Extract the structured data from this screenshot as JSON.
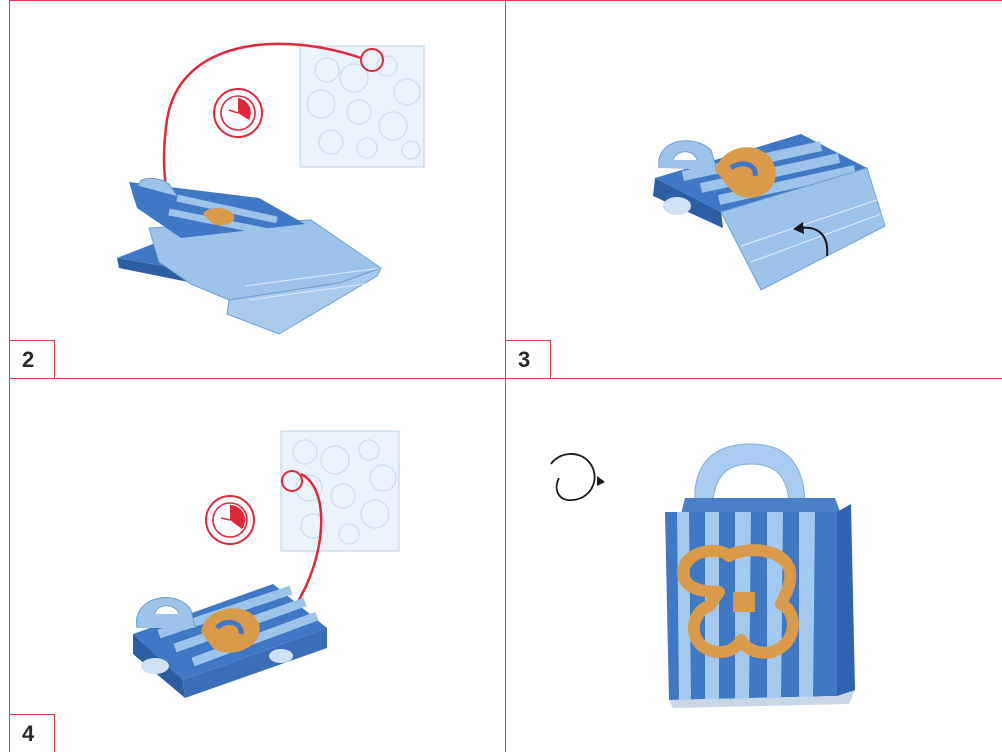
{
  "steps": [
    {
      "number": "2",
      "icons": [
        "bubble-paper-card-icon",
        "glue-dot-icon",
        "timer-icon"
      ]
    },
    {
      "number": "3",
      "icons": [
        "fold-arrow-icon"
      ]
    },
    {
      "number": "4",
      "icons": [
        "bubble-paper-card-icon",
        "glue-dot-icon",
        "timer-icon"
      ]
    },
    {
      "number": "",
      "icons": [
        "rotate-arrow-icon"
      ]
    }
  ],
  "colors": {
    "frame": "#e23a4a",
    "bag_dark_blue": "#3f78c4",
    "bag_light_blue": "#9cc3ea",
    "bag_orange": "#d99a4a",
    "bubble_paper": "#e9f3fb",
    "arrow_red": "#e0283a"
  }
}
